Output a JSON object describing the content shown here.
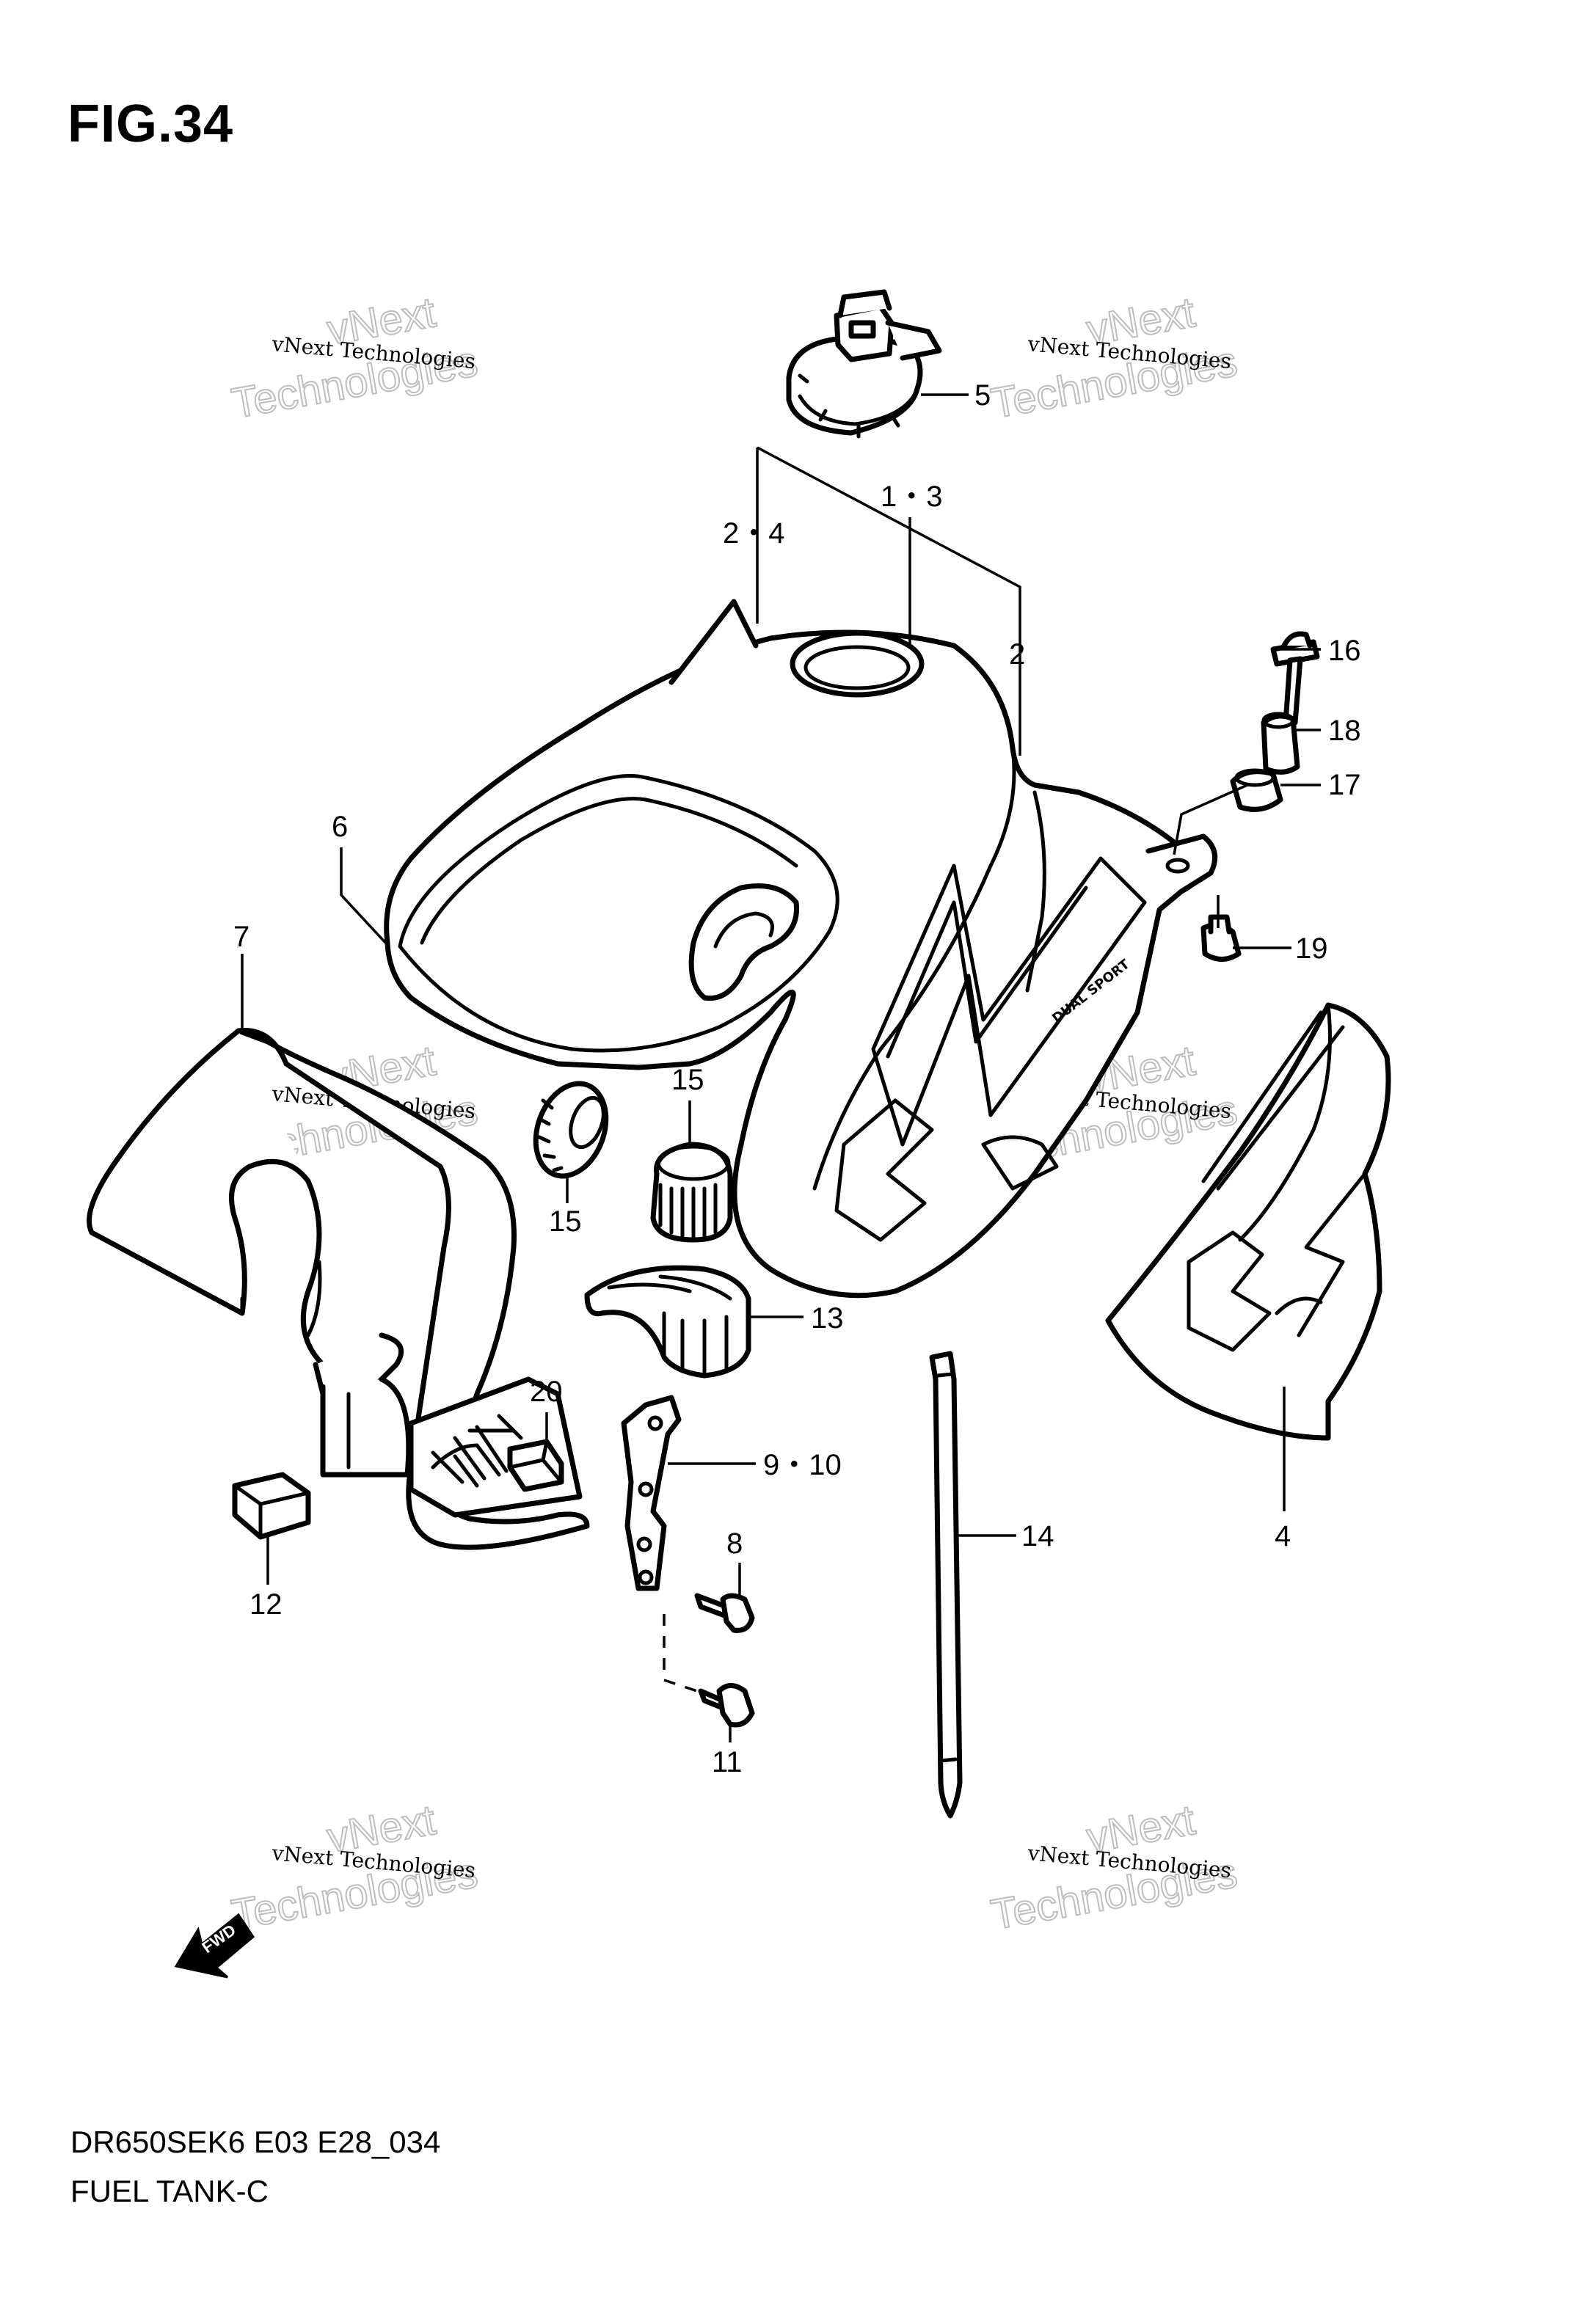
{
  "figure": {
    "title": "FIG.34",
    "footer_code": "DR650SEK6 E03 E28_034",
    "footer_name": "FUEL TANK-C"
  },
  "callouts": [
    "5",
    "1・3",
    "2・4",
    "2",
    "16",
    "18",
    "17",
    "6",
    "19",
    "7",
    "15",
    "15",
    "13",
    "20",
    "9・10",
    "8",
    "14",
    "4",
    "12",
    "11"
  ],
  "watermark": {
    "line1": "vNext Technologies",
    "line2": "vNext",
    "line3": "Technologies"
  },
  "arrow": {
    "label": "FWD",
    "icon": "fwd-arrow-icon"
  }
}
